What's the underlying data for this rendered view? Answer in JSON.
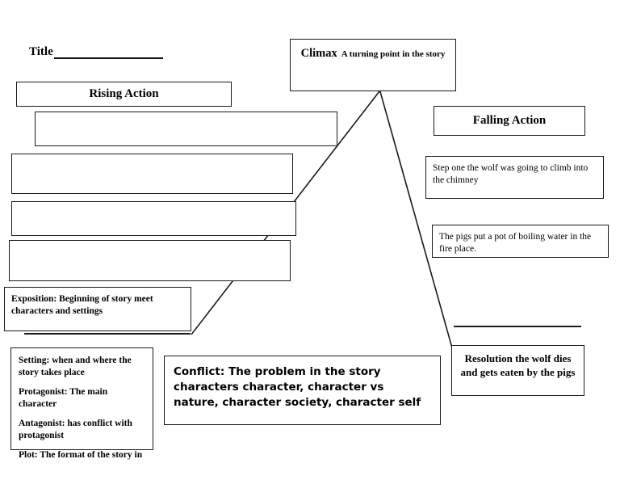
{
  "page": {
    "title_label": "Title",
    "title_blank_value": ""
  },
  "plot_diagram": {
    "climax": {
      "label": "Climax",
      "description": "A turning point in the story"
    },
    "rising_action": {
      "label": "Rising Action",
      "steps": [
        {
          "value": ""
        },
        {
          "value": ""
        },
        {
          "value": ""
        },
        {
          "value": ""
        }
      ]
    },
    "exposition": {
      "text": "Exposition: Beginning of story meet characters and settings"
    },
    "falling_action": {
      "label": "Falling Action",
      "steps": [
        {
          "text": "Step one the wolf was going to climb into the chimney"
        },
        {
          "text": "The pigs put a pot of boiling water in the fire place."
        }
      ]
    },
    "resolution": {
      "text": "Resolution the wolf dies and gets eaten by the pigs"
    },
    "conflict": {
      "text": "Conflict: The problem in the story characters character, character vs nature, character society, character self"
    },
    "story_terms": [
      {
        "text": "Setting: when and where the story takes place"
      },
      {
        "text": "Protagonist: The main character"
      },
      {
        "text": "Antagonist: has conflict with protagonist"
      },
      {
        "text": "Plot: The format of the story in"
      }
    ]
  },
  "colors": {
    "ink": "#1a1a1a",
    "background": "#ffffff"
  }
}
